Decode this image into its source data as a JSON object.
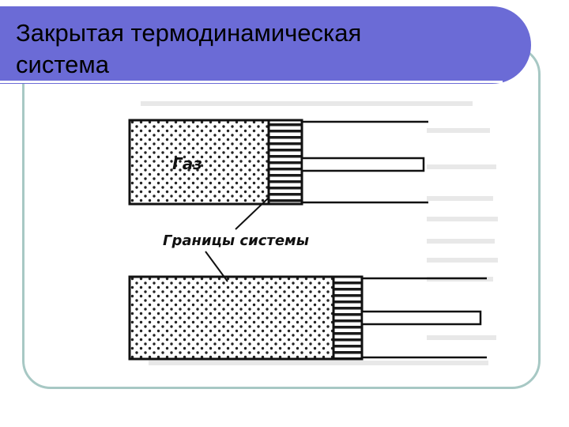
{
  "slide": {
    "title_line1": "Закрытая термодинамическая",
    "title_line2": "система",
    "accent_color": "#6b6bd6",
    "frame_color": "#a7c8c4"
  },
  "figure": {
    "gas_label": "Газ",
    "boundary_label": "Границы системы"
  }
}
